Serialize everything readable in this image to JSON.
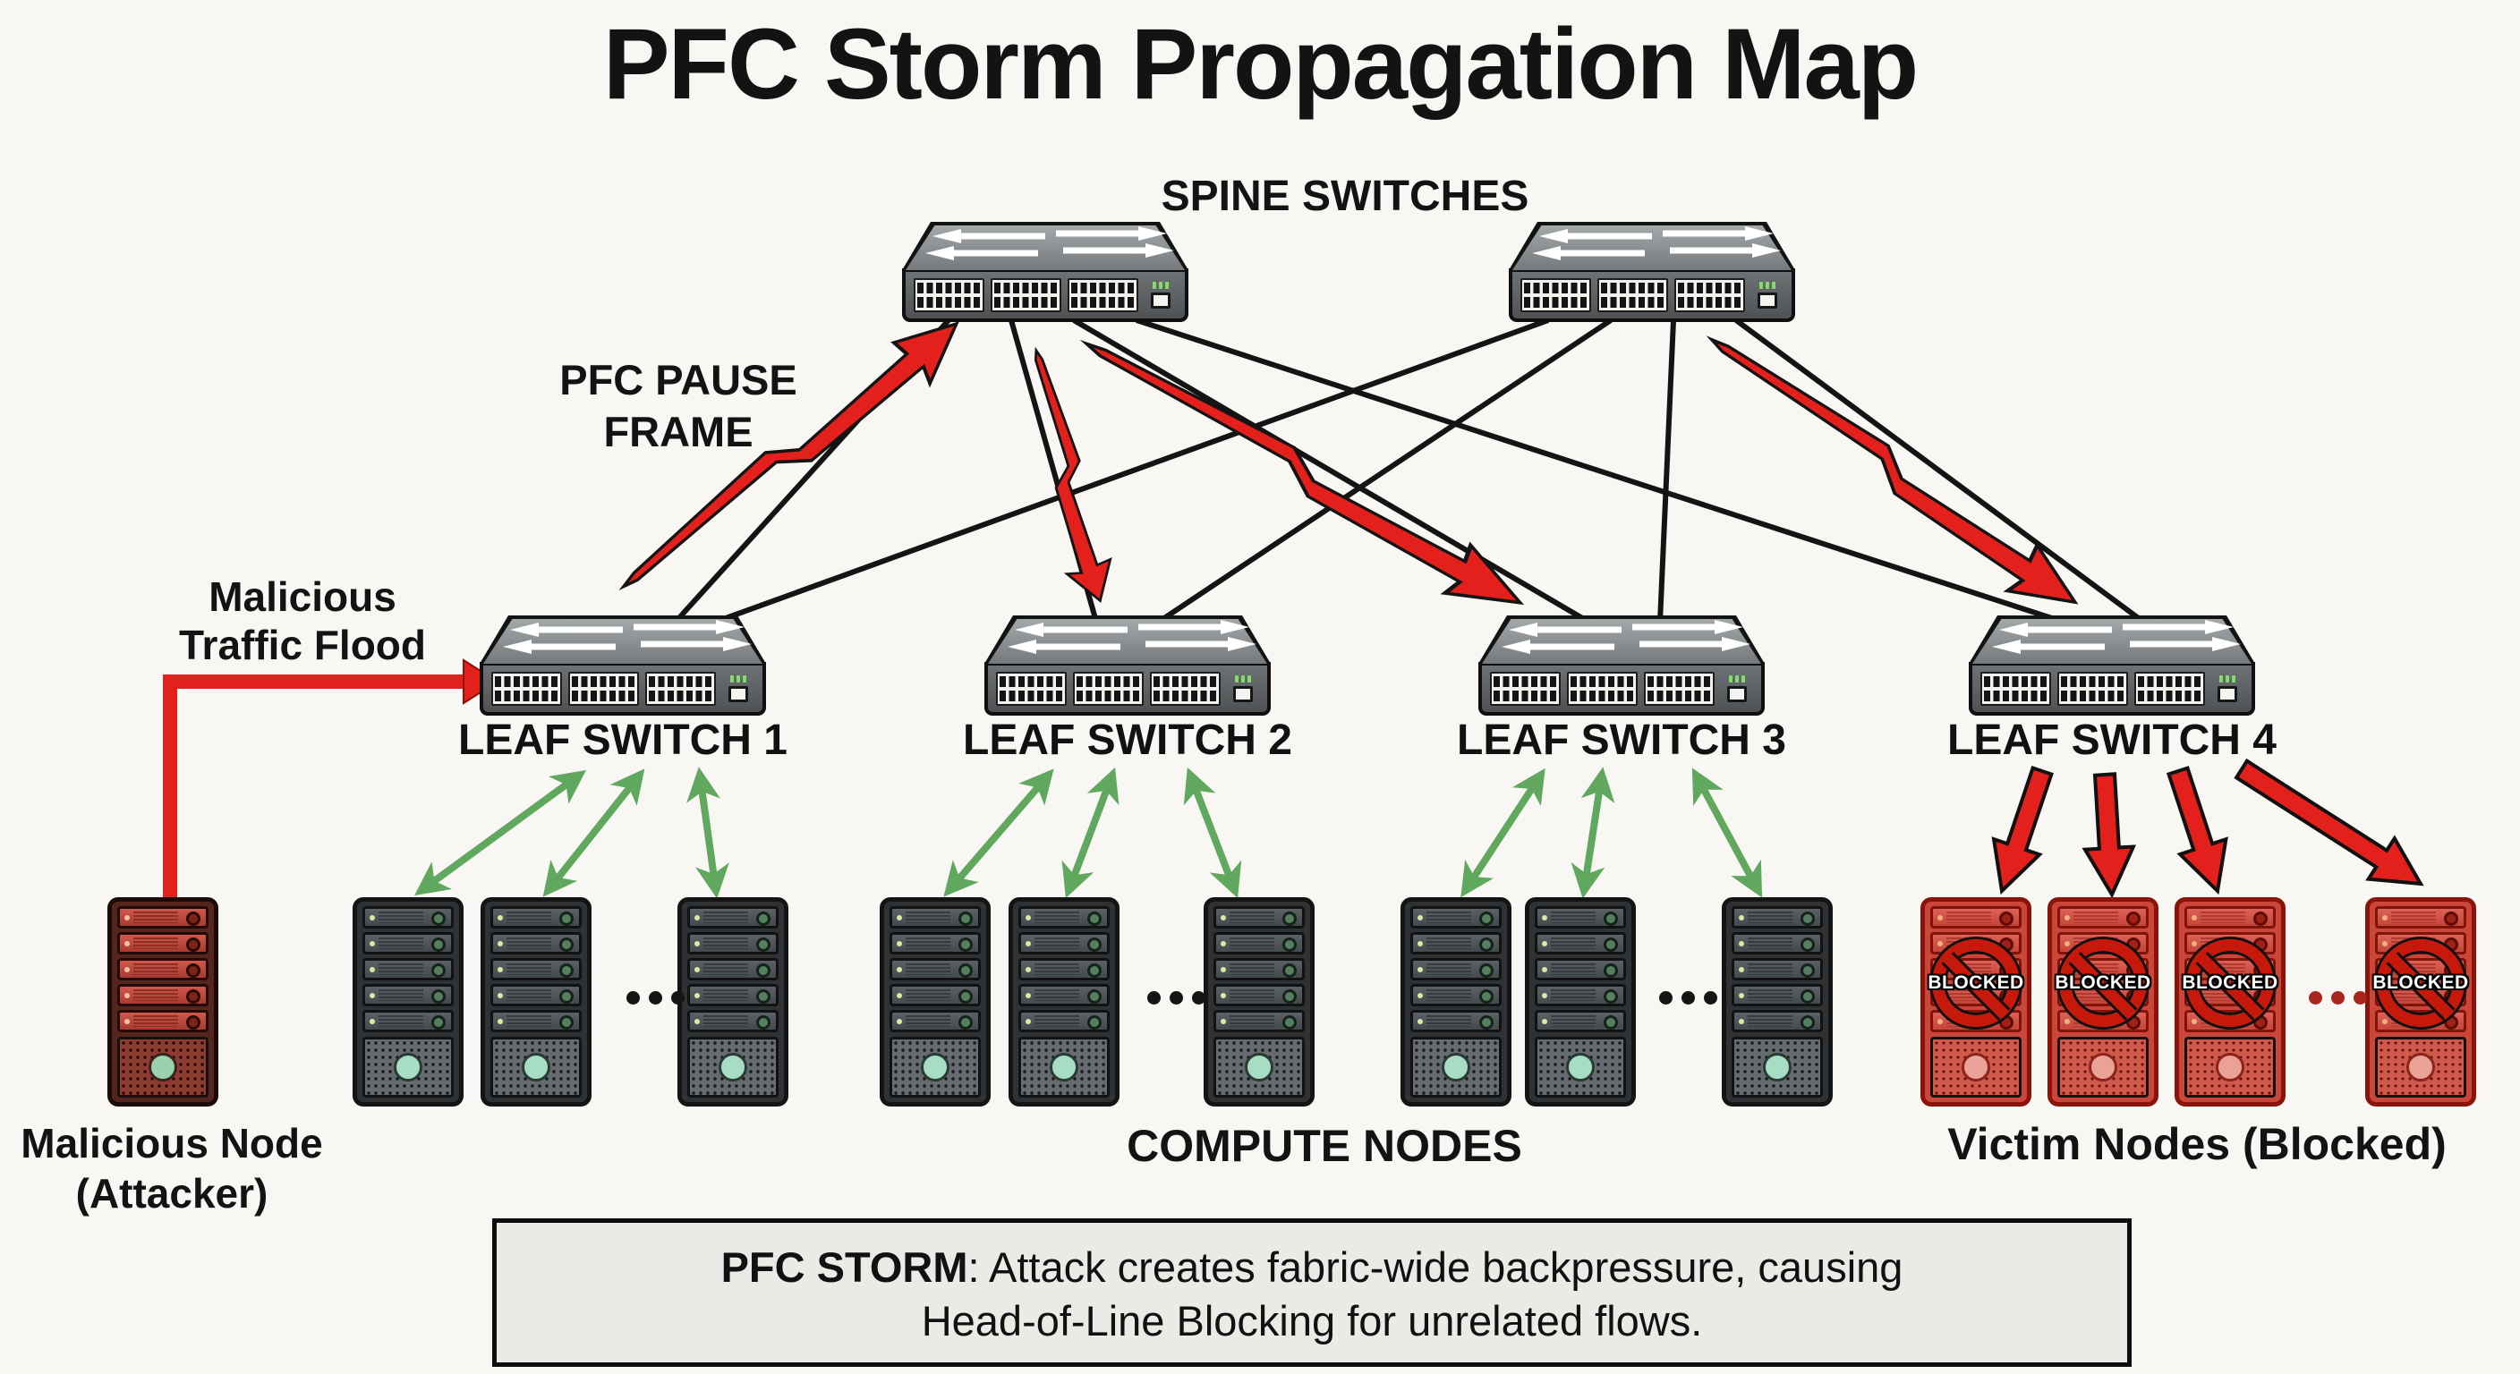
{
  "title": "PFC Storm Propagation Map",
  "spine": {
    "label": "SPINE SWITCHES",
    "count": 2
  },
  "leaf_switches": [
    {
      "label": "LEAF SWITCH 1"
    },
    {
      "label": "LEAF SWITCH 2"
    },
    {
      "label": "LEAF SWITCH 3"
    },
    {
      "label": "LEAF SWITCH 4"
    }
  ],
  "annotations": {
    "pfc_pause_frame": {
      "line1": "PFC PAUSE",
      "line2": "FRAME"
    },
    "malicious_traffic_flood": {
      "line1": "Malicious",
      "line2": "Traffic Flood"
    }
  },
  "nodes": {
    "malicious": {
      "label_line1": "Malicious Node",
      "label_line2": "(Attacker)"
    },
    "compute": {
      "label": "COMPUTE NODES",
      "groups": 3,
      "visible_per_group": 3,
      "ellipsis": "..."
    },
    "victims": {
      "label": "Victim Nodes (Blocked)",
      "visible": 4,
      "badge": "BLOCKED",
      "ellipsis": "..."
    }
  },
  "caption": {
    "term": "PFC STORM",
    "line1_rest": ": Attack creates fabric-wide backpressure, causing",
    "line2": "Head-of-Line Blocking for unrelated flows."
  },
  "colors": {
    "attack_red": "#e3201b",
    "healthy_green": "#60a85e",
    "link_black": "#141414",
    "blocked_sign_red": "#c7180c",
    "caption_bg": "#eceae6"
  }
}
